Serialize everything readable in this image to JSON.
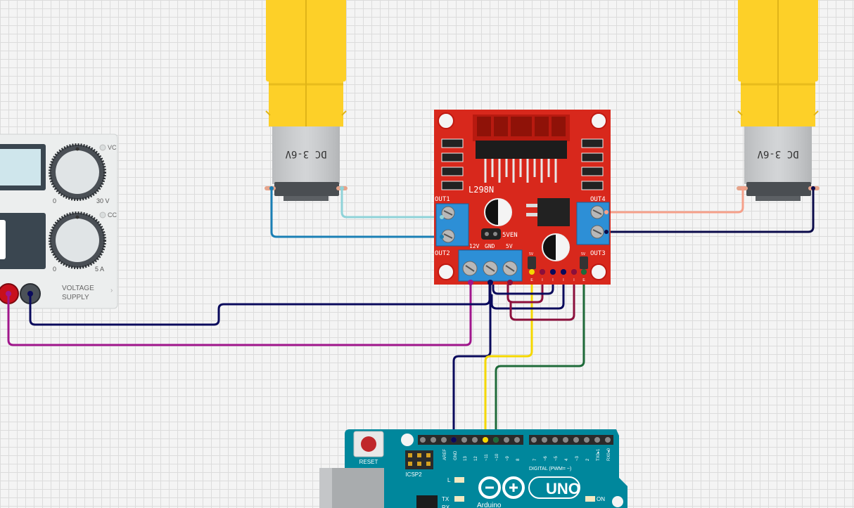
{
  "voltage_supply": {
    "label_line1": "VOLTAGE",
    "label_line2": "SUPPLY",
    "vc_label": "VC",
    "cc_label": "CC",
    "knob1_min": "0",
    "knob1_max": "30 V",
    "knob2_min": "0",
    "knob2_max": "5 A"
  },
  "motor_left": {
    "label": "DC 3-6V"
  },
  "motor_right": {
    "label": "DC 3-6V"
  },
  "driver": {
    "chip_label": "L298N",
    "out1": "OUT1",
    "out2": "OUT2",
    "out3": "OUT3",
    "out4": "OUT4",
    "sven": "5VEN",
    "pwr_12v": "12V",
    "pwr_gnd": "GND",
    "pwr_5v": "5V",
    "small_5v_left": "5V",
    "small_5v_right": "5V"
  },
  "arduino": {
    "reset": "RESET",
    "icsp2": "ICSP2",
    "aref": "AREF",
    "gnd": "GND",
    "pin_labels": [
      "13",
      "12",
      "~11",
      "~10",
      "~9",
      "8",
      "7",
      "~6",
      "~5",
      "4",
      "~3",
      "2",
      "TX0▸1",
      "RX0◂0"
    ],
    "digital": "DIGITAL (PWM= ~)",
    "uno": "UNO",
    "l": "L",
    "tx": "TX",
    "rx": "RX",
    "on": "ON",
    "brand": "Arduino"
  },
  "colors": {
    "wire_navy": "#0a0a5c",
    "wire_magenta": "#a0168c",
    "wire_yellow": "#f5d800",
    "wire_green": "#1f6b3a",
    "wire_maroon": "#8c0f3c",
    "wire_lightblue": "#8fd3d9",
    "wire_blue": "#1a7fb5",
    "wire_salmon": "#f5a08a",
    "driver_red": "#d8281c",
    "arduino_teal": "#00879c",
    "motor_yellow": "#fdd028"
  }
}
